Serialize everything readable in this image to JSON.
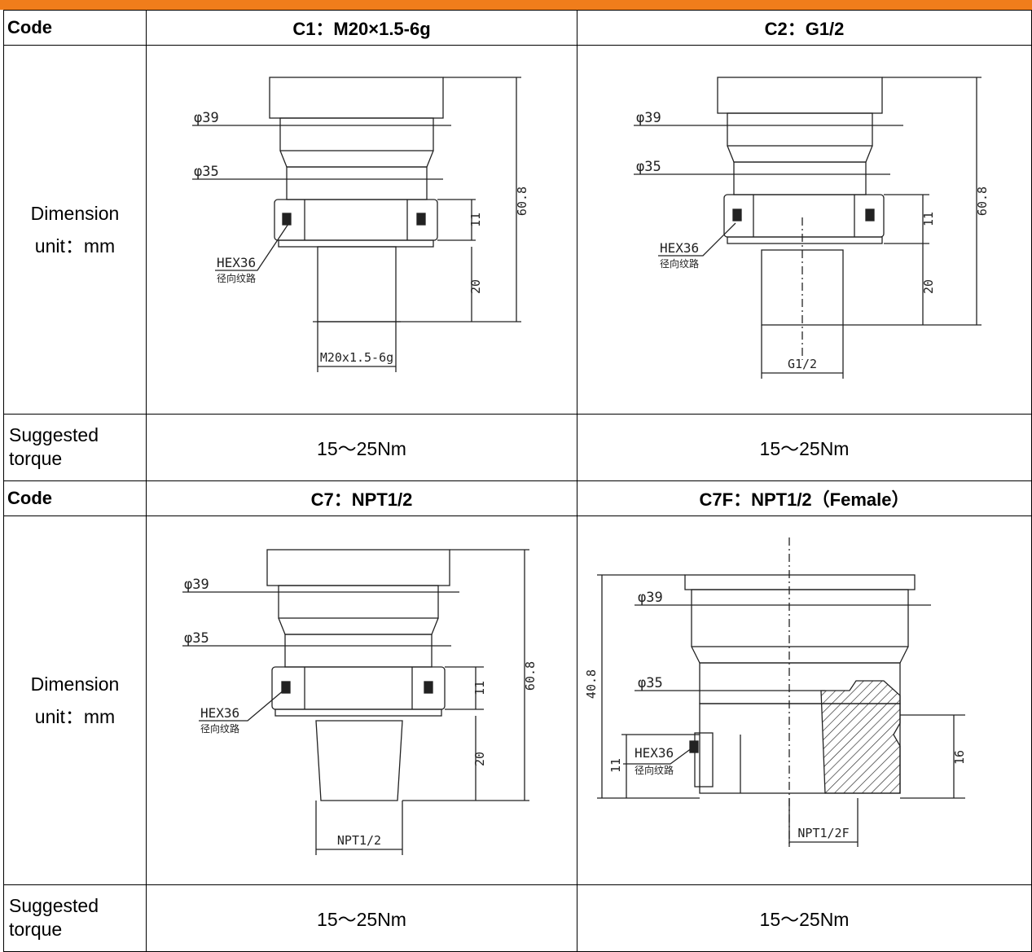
{
  "header_bar_text": "",
  "rows": [
    {
      "code_label": "Code",
      "col1_title": "C1：M20×1.5-6g",
      "col2_title": "C2：G1/2",
      "dim_label_line1": "Dimension",
      "dim_label_line2": "unit：mm",
      "torque_label_line1": "Suggested",
      "torque_label_line2": "torque",
      "col1_torque": "15～25Nm",
      "col2_torque": "15～25Nm",
      "draw1": {
        "d39": "φ39",
        "d35": "φ35",
        "hex": "HEX36",
        "hex_note": "径向纹路",
        "h11": "11",
        "h20": "20",
        "h_total": "60.8",
        "thread": "M20x1.5-6g"
      },
      "draw2": {
        "d39": "φ39",
        "d35": "φ35",
        "hex": "HEX36",
        "hex_note": "径向纹路",
        "h11": "11",
        "h20": "20",
        "h_total": "60.8",
        "thread": "G1/2"
      }
    },
    {
      "code_label": "Code",
      "col1_title": "C7：NPT1/2",
      "col2_title": "C7F：NPT1/2（Female）",
      "dim_label_line1": "Dimension",
      "dim_label_line2": "unit：mm",
      "torque_label_line1": "Suggested",
      "torque_label_line2": "torque",
      "col1_torque": "15～25Nm",
      "col2_torque": "15～25Nm",
      "draw1": {
        "d39": "φ39",
        "d35": "φ35",
        "hex": "HEX36",
        "hex_note": "径向纹路",
        "h11": "11",
        "h20": "20",
        "h_total": "60.8",
        "thread": "NPT1/2"
      },
      "draw2": {
        "d39": "φ39",
        "d35": "φ35",
        "hex": "HEX36",
        "hex_note": "径向纹路",
        "h11": "11",
        "h16": "16",
        "h_total": "40.8",
        "thread": "NPT1/2F"
      }
    }
  ]
}
